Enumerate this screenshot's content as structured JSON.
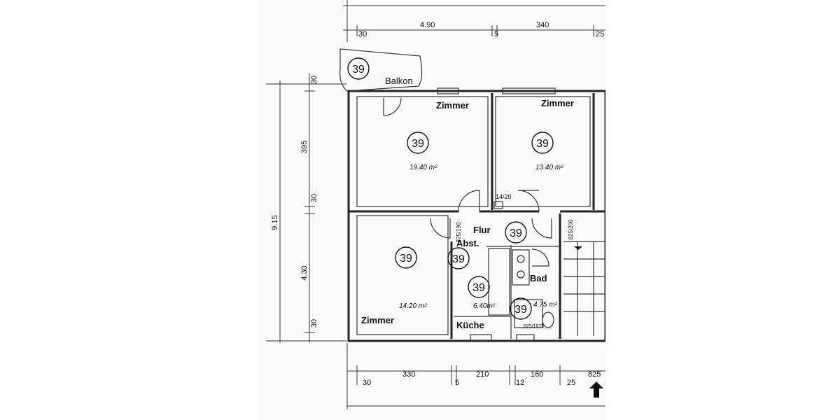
{
  "badge": "39",
  "rooms": {
    "balcony": "Balkon",
    "room_top_left": "Zimmer",
    "room_top_right": "Zimmer",
    "room_bottom_left": "Zimmer",
    "hall": "Flur",
    "storage": "Abst.",
    "kitchen": "Küche",
    "bath": "Bad"
  },
  "areas": {
    "room_top_left": "19.40 m²",
    "room_top_right": "13.40 m²",
    "room_bottom_left": "14.20 m²",
    "kitchen": "6.40m²",
    "bath": "4.75 m²"
  },
  "dimensions": {
    "top": [
      "30",
      "4.90",
      "5",
      "340",
      "25"
    ],
    "bottom_upper": [
      "330",
      "210",
      "160",
      "825"
    ],
    "bottom_lower": [
      "30",
      "5",
      "12",
      "25"
    ],
    "left_inner": [
      "30",
      "395",
      "30",
      "4.30",
      "30"
    ],
    "left_outer": "9.15",
    "corridor_small": "14/20",
    "door_left": "875/190",
    "door_right": "825/200",
    "bath_small": "825/1875"
  },
  "colors": {
    "ink": "#222222",
    "paper": "#fbfbfb"
  }
}
